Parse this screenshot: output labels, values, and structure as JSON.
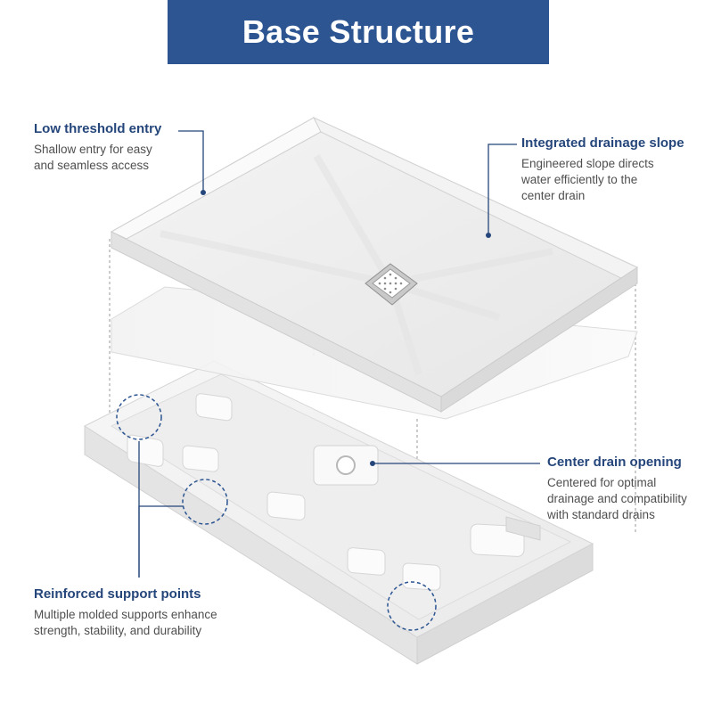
{
  "title": "Base Structure",
  "colors": {
    "banner": "#2c5592",
    "heading": "#25467a",
    "body_text": "#4f4f4f",
    "leader": "#25467a"
  },
  "callouts": {
    "threshold": {
      "heading": "Low threshold entry",
      "desc_line1": "Shallow entry for easy",
      "desc_line2": "and seamless access"
    },
    "slope": {
      "heading": "Integrated drainage slope",
      "desc_line1": "Engineered slope directs",
      "desc_line2": "water efficiently to the",
      "desc_line3": "center drain"
    },
    "drain": {
      "heading": "Center drain opening",
      "desc_line1": "Centered for optimal",
      "desc_line2": "drainage and compatibility",
      "desc_line3": "with standard drains"
    },
    "support": {
      "heading": "Reinforced support points",
      "desc_line1": "Multiple molded supports enhance",
      "desc_line2": "strength, stability, and durability"
    }
  }
}
